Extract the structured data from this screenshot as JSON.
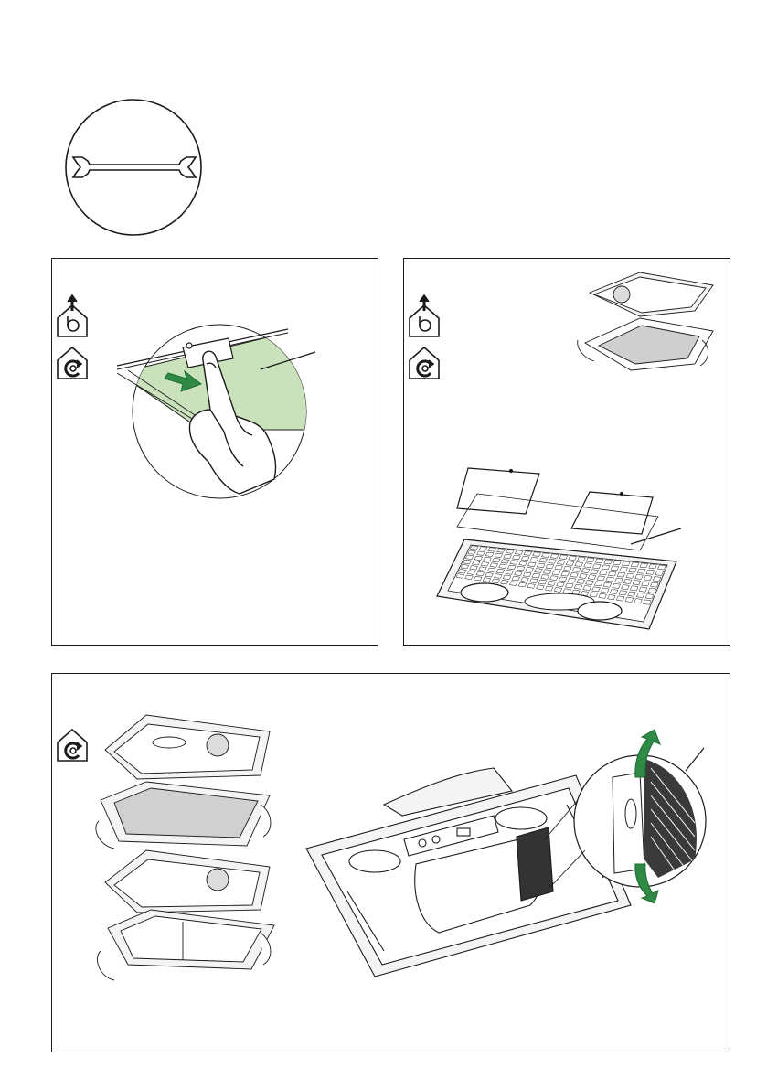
{
  "colors": {
    "ink": "#1a1a1a",
    "filter_green": "#c9e2bb",
    "arrow_green": "#2f8a45",
    "arrow_dark_green": "#1e6b33",
    "metal_fill": "#f4f4f4"
  },
  "icons": {
    "tool": "wrench-icon",
    "extraction_mode": "house-extraction-icon",
    "recirculation_mode": "house-recirculation-icon"
  },
  "panels": [
    {
      "id": "grease-filter-removal",
      "step_icons": [
        "house-extraction-icon",
        "house-recirculation-icon"
      ]
    },
    {
      "id": "charcoal-filter-fitting",
      "step_icons": [
        "house-extraction-icon",
        "house-recirculation-icon"
      ]
    },
    {
      "id": "charcoal-filter-recirculation",
      "step_icons": [
        "house-recirculation-icon"
      ]
    }
  ]
}
